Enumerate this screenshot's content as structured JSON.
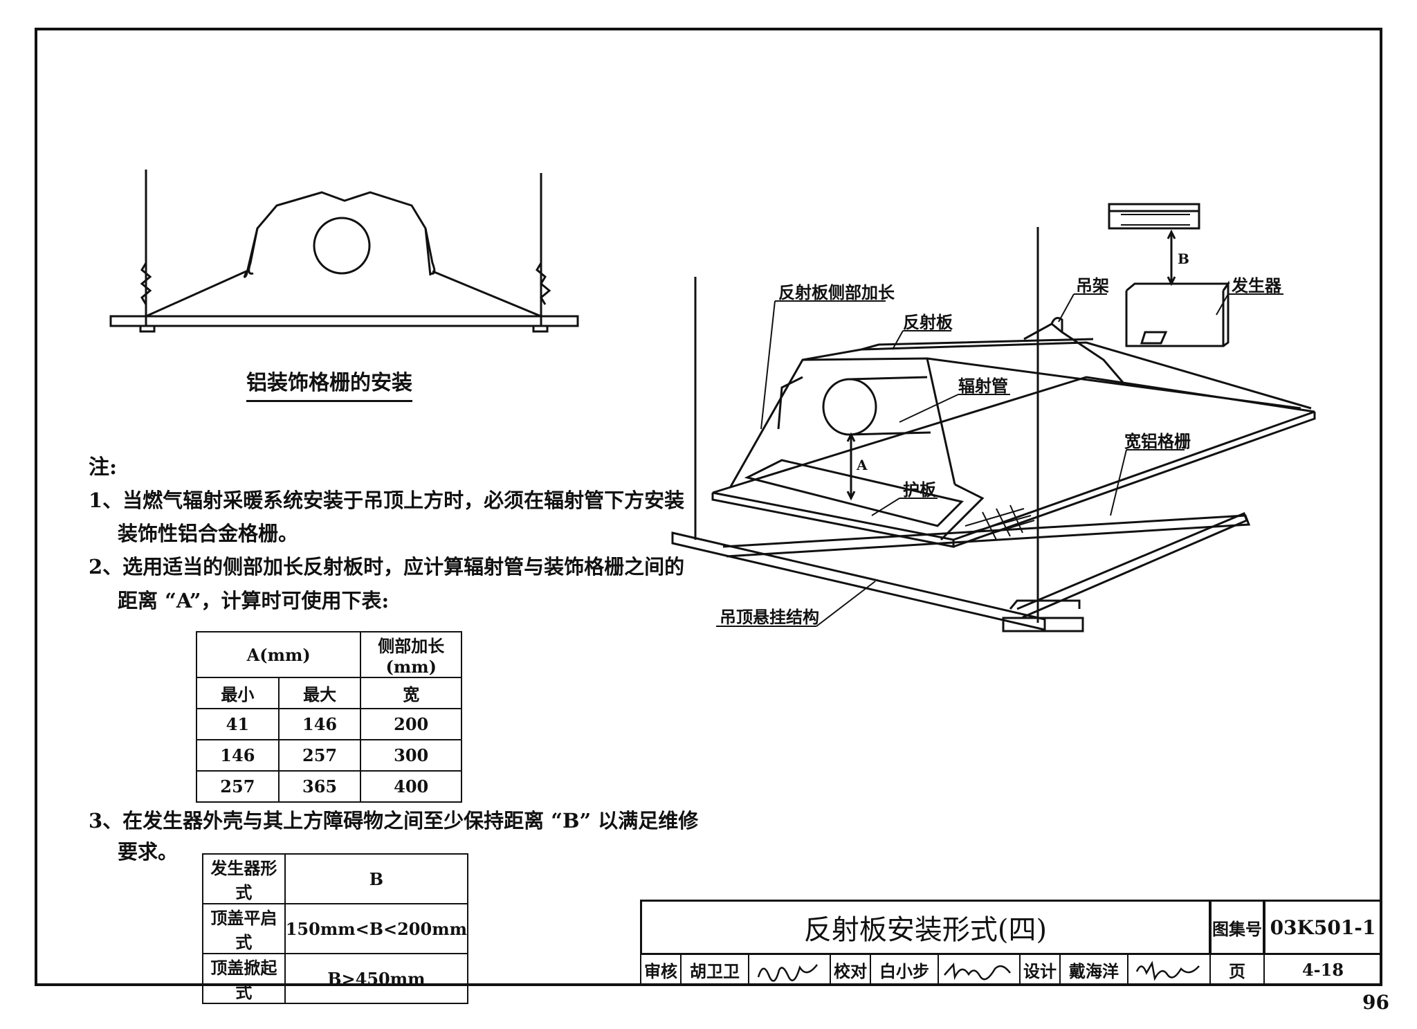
{
  "small_diagram": {
    "caption": "铝装饰格栅的安装"
  },
  "notes": {
    "title": "注:",
    "n1_line1": "1、当燃气辐射采暖系统安装于吊顶上方时，必须在辐射管下方安装",
    "n1_line2": "装饰性铝合金格栅。",
    "n2_line1": "2、选用适当的侧部加长反射板时，应计算辐射管与装饰格栅之间的",
    "n2_line2": "距离 “A”，计算时可使用下表:",
    "n3_line1": "3、在发生器外壳与其上方障碍物之间至少保持距离 “B” 以满足维修",
    "n3_line2": "要求。"
  },
  "table_a": {
    "header_a": "A(mm)",
    "header_ext": "侧部加长(mm)",
    "sub_min": "最小",
    "sub_max": "最大",
    "sub_width": "宽",
    "rows": [
      {
        "min": "41",
        "max": "146",
        "width": "200"
      },
      {
        "min": "146",
        "max": "257",
        "width": "300"
      },
      {
        "min": "257",
        "max": "365",
        "width": "400"
      }
    ]
  },
  "table_b": {
    "header_type": "发生器形式",
    "header_b": "B",
    "rows": [
      {
        "type": "顶盖平启式",
        "b": "150mm<B<200mm"
      },
      {
        "type": "顶盖掀起式",
        "b": "B>450mm"
      }
    ]
  },
  "iso_labels": {
    "side_ext": "反射板侧部加长",
    "reflector": "反射板",
    "hanger": "吊架",
    "generator": "发生器",
    "radiant_tube": "辐射管",
    "wide_grille": "宽铝格栅",
    "guard_plate": "护板",
    "ceiling_struct": "吊顶悬挂结构",
    "dim_a": "A",
    "dim_b": "B"
  },
  "title_block": {
    "title": "反射板安装形式(四)",
    "atlas_label": "图集号",
    "atlas_no": "03K501-1",
    "review_label": "审核",
    "reviewer": "胡卫卫",
    "check_label": "校对",
    "checker": "白小步",
    "design_label": "设计",
    "designer": "戴海洋",
    "page_label": "页",
    "page_no": "4-18"
  },
  "page_number": "96"
}
